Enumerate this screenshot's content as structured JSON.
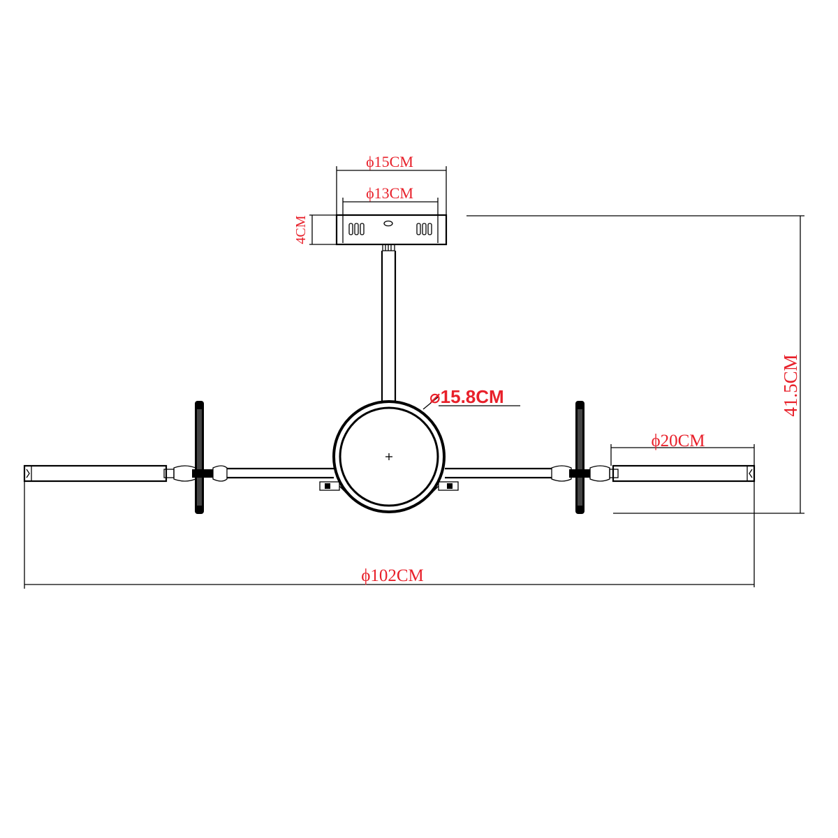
{
  "drawing": {
    "ink_color": "#000000",
    "dim_color": "#e8202a",
    "background": "#ffffff"
  },
  "dimensions": {
    "canopy_outer_dia": "ϕ15CM",
    "canopy_inner_dia": "ϕ13CM",
    "canopy_height": "4CM",
    "total_height": "41.5CM",
    "center_ring_dia": "⌀15.8CM",
    "arm_tube_dia": "ϕ20CM",
    "total_span": "ϕ102CM"
  }
}
